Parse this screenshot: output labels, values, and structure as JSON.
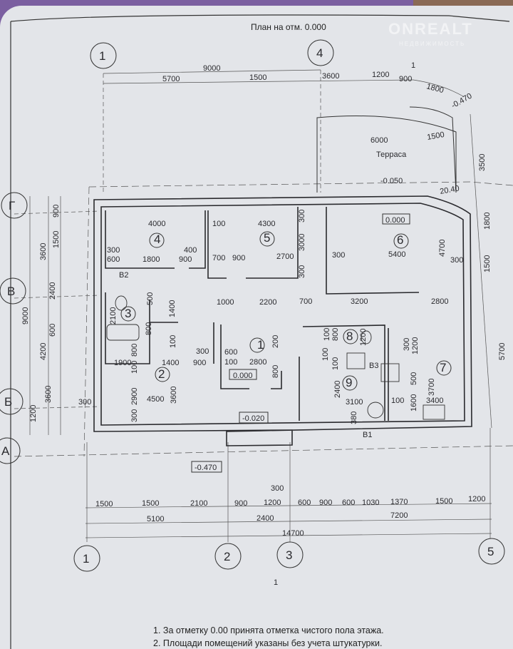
{
  "title": "План на отм. 0.000",
  "watermark": {
    "brand": "ONREALT",
    "sub": "НЕДВИЖИМОСТЬ"
  },
  "axes": {
    "top": [
      "1",
      "4"
    ],
    "bottom": [
      "1",
      "2",
      "3",
      "5"
    ],
    "left": [
      "Г",
      "В",
      "Б",
      "А"
    ],
    "section_mark": "1"
  },
  "dims_top": [
    "9000",
    "5700",
    "1500",
    "3600",
    "1200",
    "900",
    "1800"
  ],
  "terrace": {
    "label": "Терраса",
    "dims": [
      "6000",
      "1500",
      "3500"
    ],
    "level": "-0.050",
    "level_outer": "-0.470",
    "misc": "20.40"
  },
  "dims_right": [
    "1800",
    "1500",
    "5700",
    "300"
  ],
  "dims_left": [
    "9000",
    "3600",
    "2400",
    "4200",
    "3600",
    "1200",
    "900",
    "1500",
    "600",
    "300"
  ],
  "rooms": [
    "1",
    "2",
    "3",
    "4",
    "5",
    "6",
    "7",
    "8",
    "9"
  ],
  "room_dims": {
    "r4": [
      "4000",
      "300",
      "600",
      "1800",
      "400",
      "900"
    ],
    "r5": [
      "100",
      "4300",
      "700",
      "900",
      "2700",
      "3000",
      "300",
      "300"
    ],
    "r6": [
      "300",
      "5400",
      "4700",
      "3200",
      "2800"
    ],
    "r3": [
      "500",
      "1400",
      "2100",
      "800",
      "800"
    ],
    "r2": [
      "100",
      "1900",
      "1400",
      "900",
      "300",
      "2900",
      "3600",
      "4500",
      "300",
      "100"
    ],
    "r1": [
      "1000",
      "2200",
      "700",
      "600",
      "100",
      "2800",
      "200",
      "800"
    ],
    "r8": [
      "100",
      "100",
      "800",
      "1200"
    ],
    "r9": [
      "100",
      "2400",
      "3100",
      "380"
    ],
    "r7": [
      "300",
      "1200",
      "500",
      "3700",
      "1600",
      "100",
      "3400"
    ]
  },
  "levels": [
    "0.000",
    "0.000",
    "-0.020",
    "-0.470"
  ],
  "vents": [
    "В1",
    "В2",
    "В3"
  ],
  "dims_bottom_row1": [
    "1500",
    "1500",
    "2100",
    "900",
    "1200",
    "600",
    "900",
    "600",
    "1030",
    "1370",
    "1500",
    "1200"
  ],
  "dims_bottom_extra": "300",
  "dims_bottom_row2": [
    "5100",
    "2400",
    "7200"
  ],
  "dims_bottom_total": "14700",
  "notes": [
    "1. За отметку 0.00 принята отметка чистого пола этажа.",
    "2. Площади помещений  указаны без учета штукатурки."
  ]
}
